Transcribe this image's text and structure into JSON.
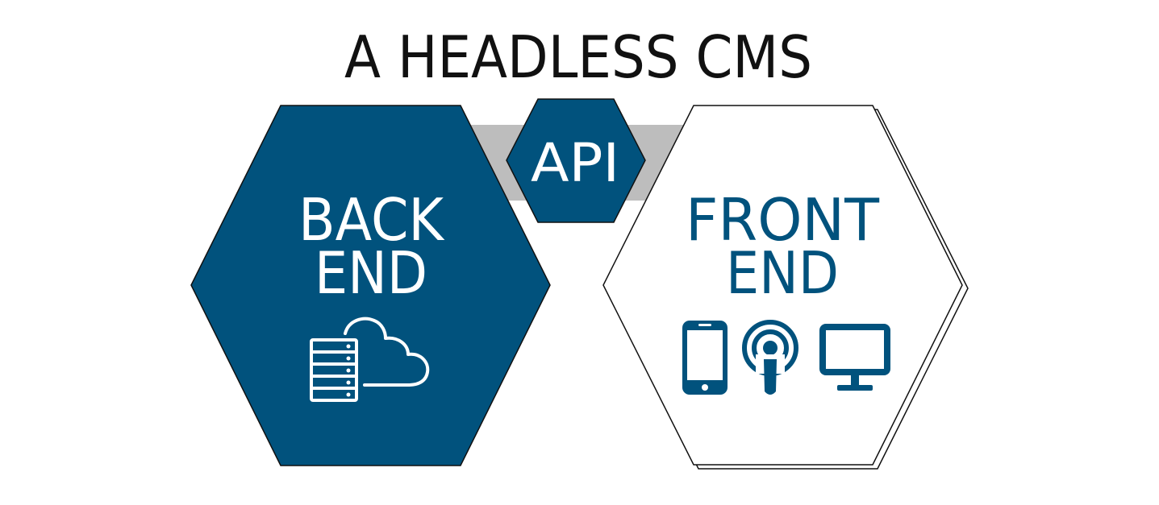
{
  "title": "A HEADLESS CMS",
  "back_end": {
    "line1": "BACK",
    "line2": "END"
  },
  "api": {
    "label": "API"
  },
  "front_end": {
    "line1": "FRONT",
    "line2": "END"
  },
  "icons": {
    "back_end": [
      "server-rack-icon",
      "cloud-icon"
    ],
    "front_end": [
      "smartphone-icon",
      "podcast-icon",
      "monitor-icon"
    ]
  },
  "colors": {
    "primary": "#01527d",
    "connector": "#bdbdbd",
    "outline": "#111111",
    "background": "#ffffff"
  }
}
